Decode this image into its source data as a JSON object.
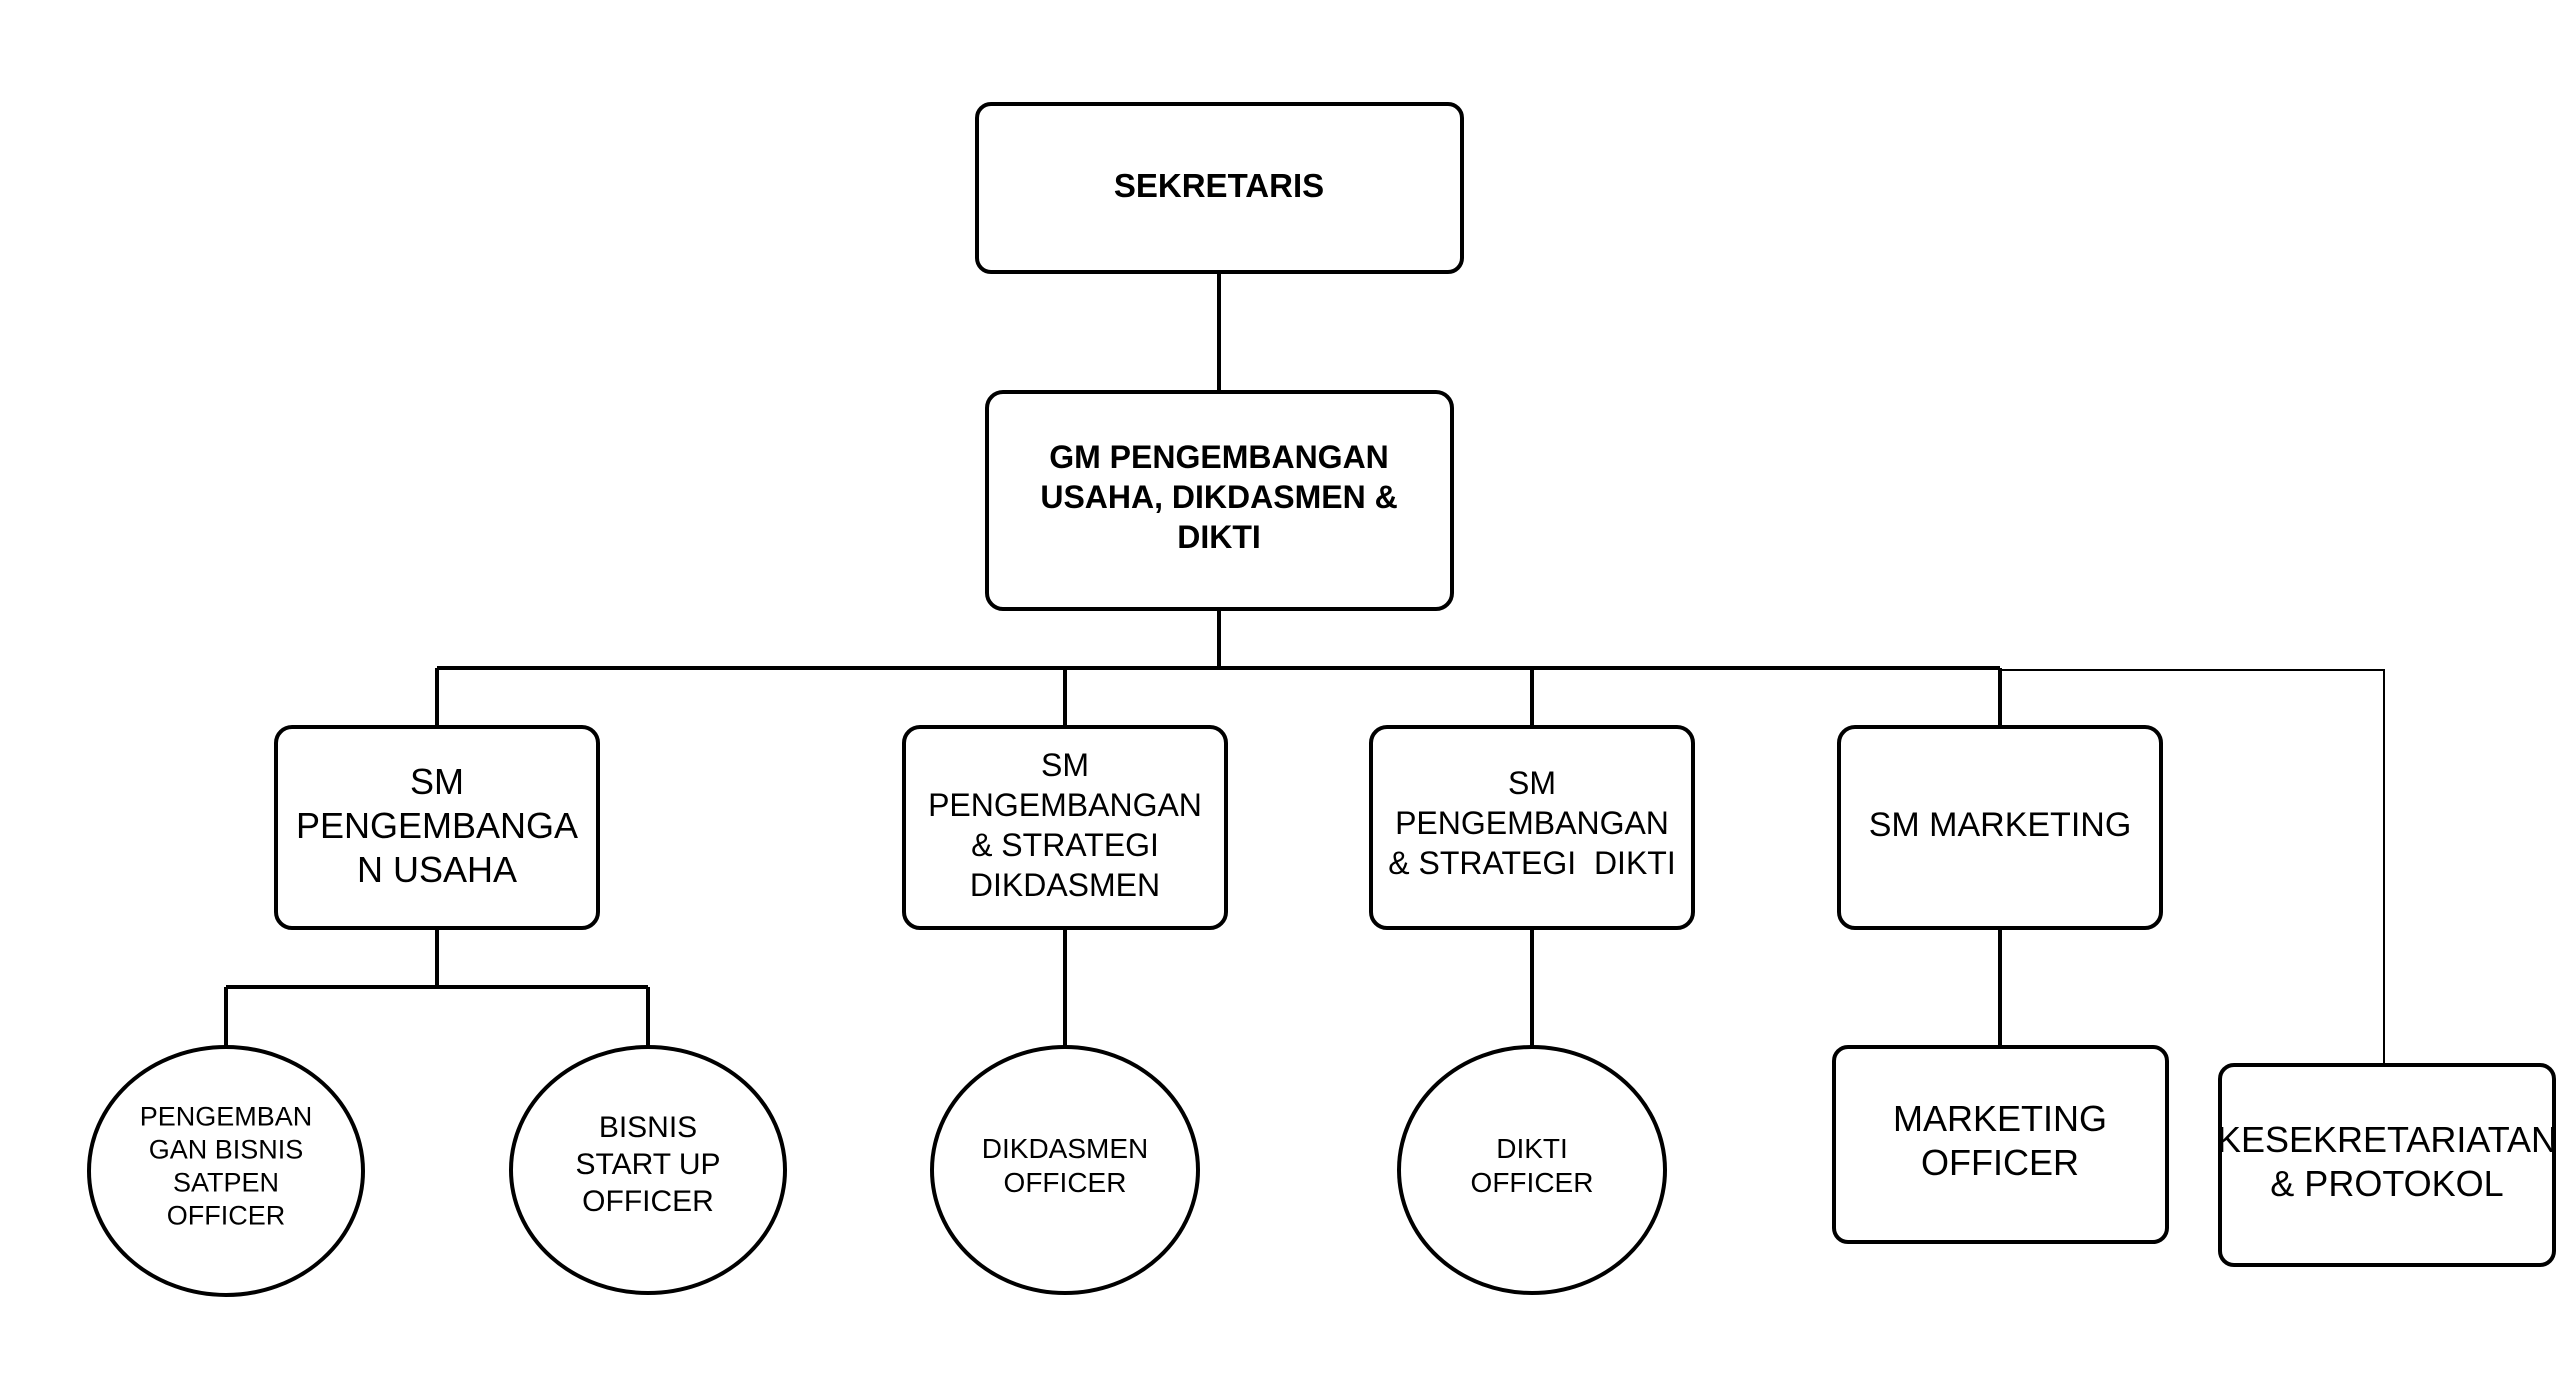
{
  "diagram": {
    "nodes": {
      "sekretaris": {
        "lines": [
          "SEKRETARIS"
        ]
      },
      "gm": {
        "lines": [
          "GM PENGEMBANGAN",
          "USAHA, DIKDASMEN &",
          "DIKTI"
        ]
      },
      "sm_usaha": {
        "lines": [
          "SM",
          "PENGEMBANGA",
          "N USAHA"
        ]
      },
      "sm_dikdasmen": {
        "lines": [
          "SM",
          "PENGEMBANGAN",
          "& STRATEGI",
          "DIKDASMEN"
        ]
      },
      "sm_dikti": {
        "lines": [
          "SM",
          "PENGEMBANGAN",
          "& STRATEGI  DIKTI"
        ]
      },
      "sm_marketing": {
        "lines": [
          "SM MARKETING"
        ]
      },
      "pengembangan_bisnis": {
        "lines": [
          "PENGEMBAN",
          "GAN BISNIS",
          "SATPEN",
          "OFFICER"
        ]
      },
      "bisnis_startup": {
        "lines": [
          "BISNIS",
          "START UP",
          "OFFICER"
        ]
      },
      "dikdasmen_officer": {
        "lines": [
          "DIKDASMEN",
          "OFFICER"
        ]
      },
      "dikti_officer": {
        "lines": [
          "DIKTI",
          "OFFICER"
        ]
      },
      "marketing_officer": {
        "lines": [
          "MARKETING",
          "OFFICER"
        ]
      },
      "kesekretariatan": {
        "lines": [
          "KESEKRETARIATAN",
          "& PROTOKOL"
        ]
      }
    }
  }
}
